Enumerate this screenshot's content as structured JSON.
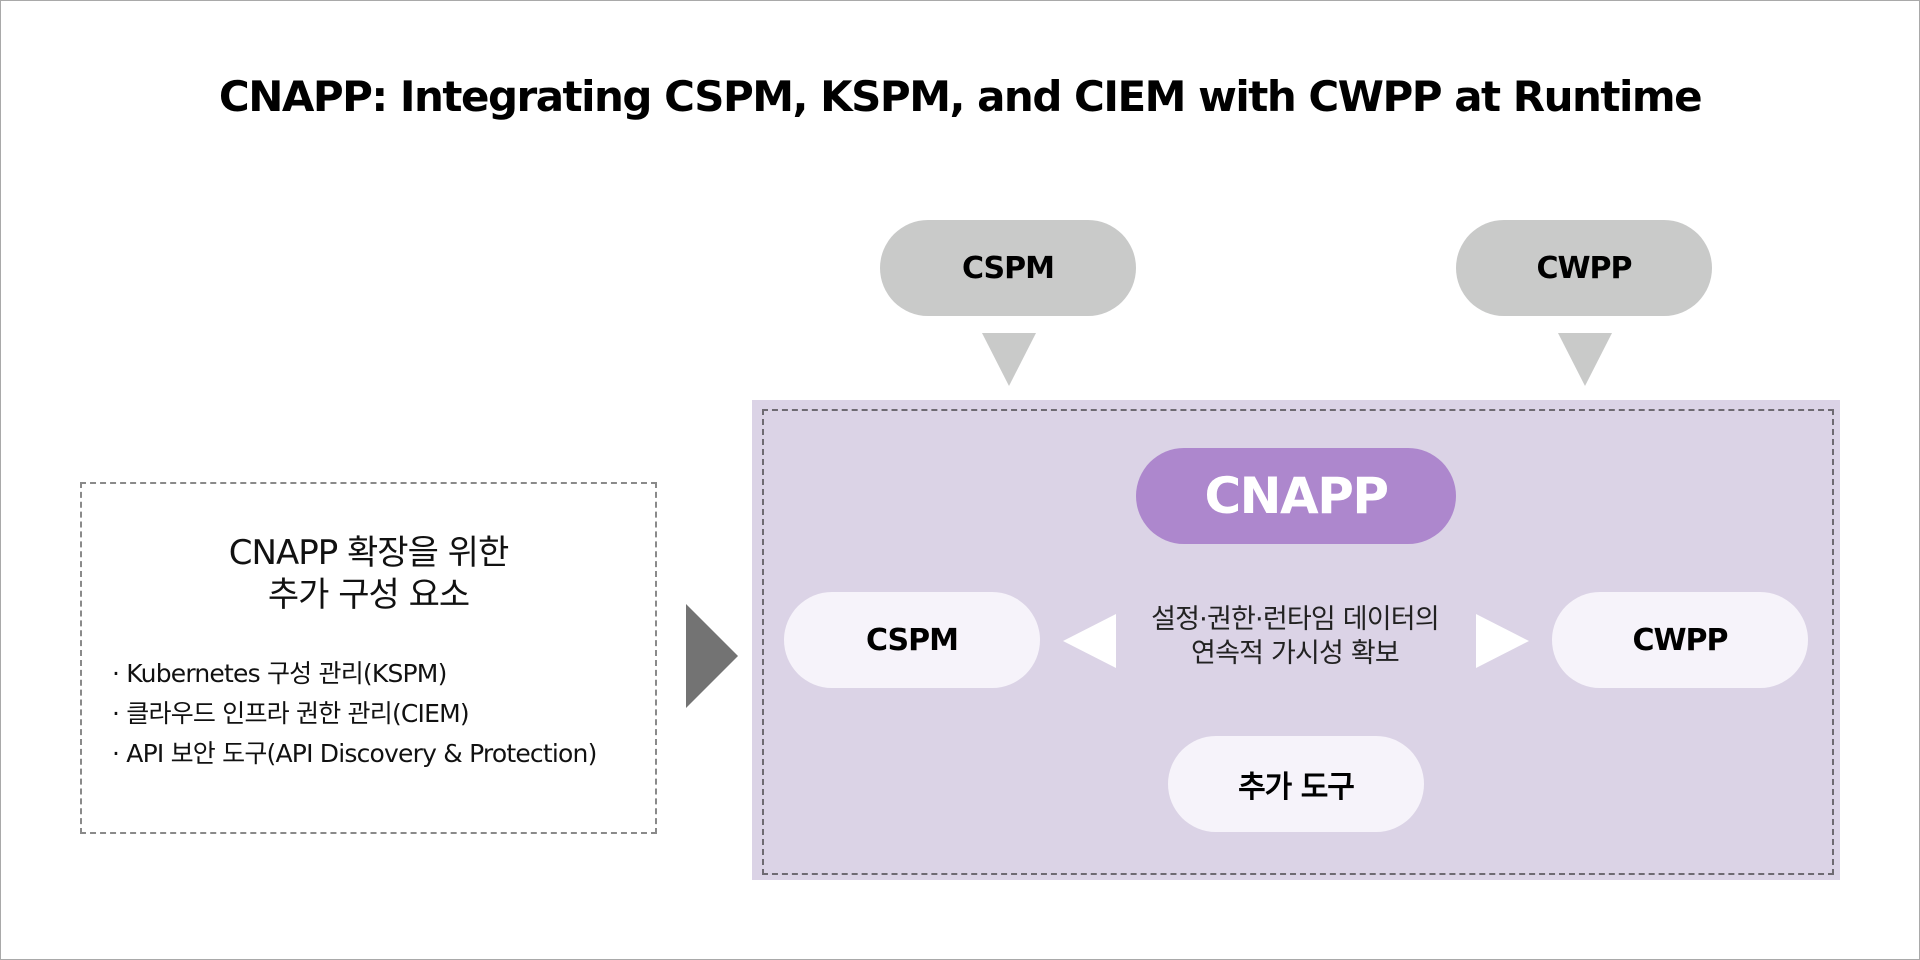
{
  "title": "CNAPP: Integrating CSPM, KSPM, and CIEM with CWPP at Runtime",
  "top_sources": [
    {
      "label": "CSPM"
    },
    {
      "label": "CWPP"
    }
  ],
  "side_box": {
    "heading_line1": "CNAPP 확장을 위한",
    "heading_line2": "추가 구성 요소",
    "items": [
      "Kubernetes 구성 관리(KSPM)",
      "클라우드 인프라 권한 관리(CIEM)",
      "API 보안 도구(API Discovery & Protection)"
    ]
  },
  "panel": {
    "core": "CNAPP",
    "left_node": "CSPM",
    "right_node": "CWPP",
    "bottom_node": "추가 도구",
    "center_line1": "설정·권한·런타임 데이터의",
    "center_line2": "연속적 가시성 확보"
  },
  "colors": {
    "core_purple": "#ad87cd",
    "panel_bg": "#dbd3e6",
    "node_gray": "#c9cac9",
    "node_light": "#f6f3fa",
    "arrow_dark": "#737373"
  }
}
